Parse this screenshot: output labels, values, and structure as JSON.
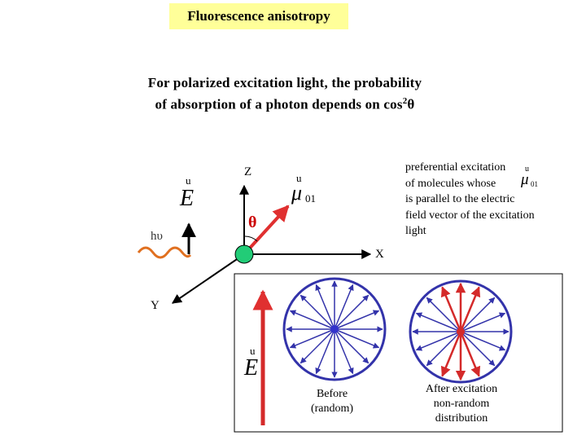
{
  "title": "Fluorescence anisotropy",
  "subtitle": {
    "line1": "For polarized excitation light, the probability",
    "line2_text": "of absorption of a photon depends on cos",
    "line2_sup": "2",
    "line2_theta": "θ"
  },
  "axes": {
    "z": "Z",
    "x": "X",
    "y": "Y"
  },
  "theta_label": "θ",
  "photon_label": "hυ",
  "field_vector_symbol": "E",
  "dipole_symbol": "μ",
  "dipole_subscript": "01",
  "vector_accent": "u",
  "note": {
    "line1": "preferential excitation",
    "line2": "of molecules whose",
    "line3": "is parallel to the electric",
    "line4": "field vector of the excitation",
    "line5": "light"
  },
  "caption_before": {
    "line1": "Before",
    "line2": "(random)"
  },
  "caption_after": {
    "line1": "After excitation",
    "line2": "non-random",
    "line3": "distribution"
  },
  "colors": {
    "title_bg": "#ffff99",
    "dipole": "#e03030",
    "molecule": "#22cc77",
    "wave": "#e07020",
    "circle": "#3333aa",
    "red_arrow": "#d42a2a",
    "theta": "#cc0000"
  }
}
